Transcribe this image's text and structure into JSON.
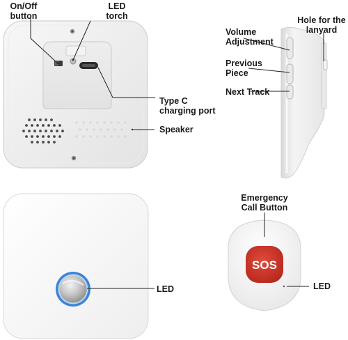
{
  "labels": {
    "on_off_l1": "On/Off",
    "on_off_l2": "button",
    "led_torch_l1": "LED",
    "led_torch_l2": "torch",
    "type_c_l1": "Type C",
    "type_c_l2": "charging port",
    "speaker": "Speaker",
    "volume_l1": "Volume",
    "volume_l2": "Adjustment",
    "previous_l1": "Previous",
    "previous_l2": "Piece",
    "next_track": "Next Track",
    "hole_l1": "Hole for the",
    "hole_l2": "lanyard",
    "emergency_l1": "Emergency",
    "emergency_l2": "Call Button",
    "led_receiver": "LED",
    "led_button": "LED",
    "sos": "SOS"
  }
}
